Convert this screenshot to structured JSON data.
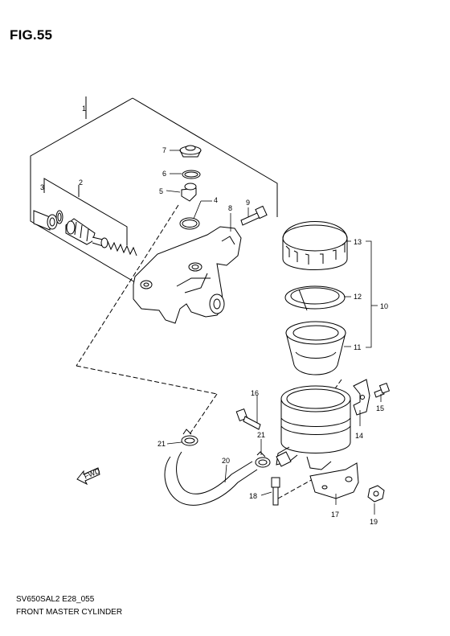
{
  "figure": {
    "label": "FIG.55"
  },
  "footer": {
    "code": "SV650SAL2 E28_055",
    "title": "FRONT MASTER CYLINDER"
  },
  "fwd_arrow": "FWD",
  "callouts": {
    "c1": "1",
    "c2": "2",
    "c3": "3",
    "c4": "4",
    "c5": "5",
    "c6": "6",
    "c7": "7",
    "c8": "8",
    "c9": "9",
    "c10": "10",
    "c11": "11",
    "c12": "12",
    "c13": "13",
    "c14": "14",
    "c15": "15",
    "c16": "16",
    "c17": "17",
    "c18": "18",
    "c19": "19",
    "c20": "20",
    "c21a": "21",
    "c21b": "21"
  }
}
